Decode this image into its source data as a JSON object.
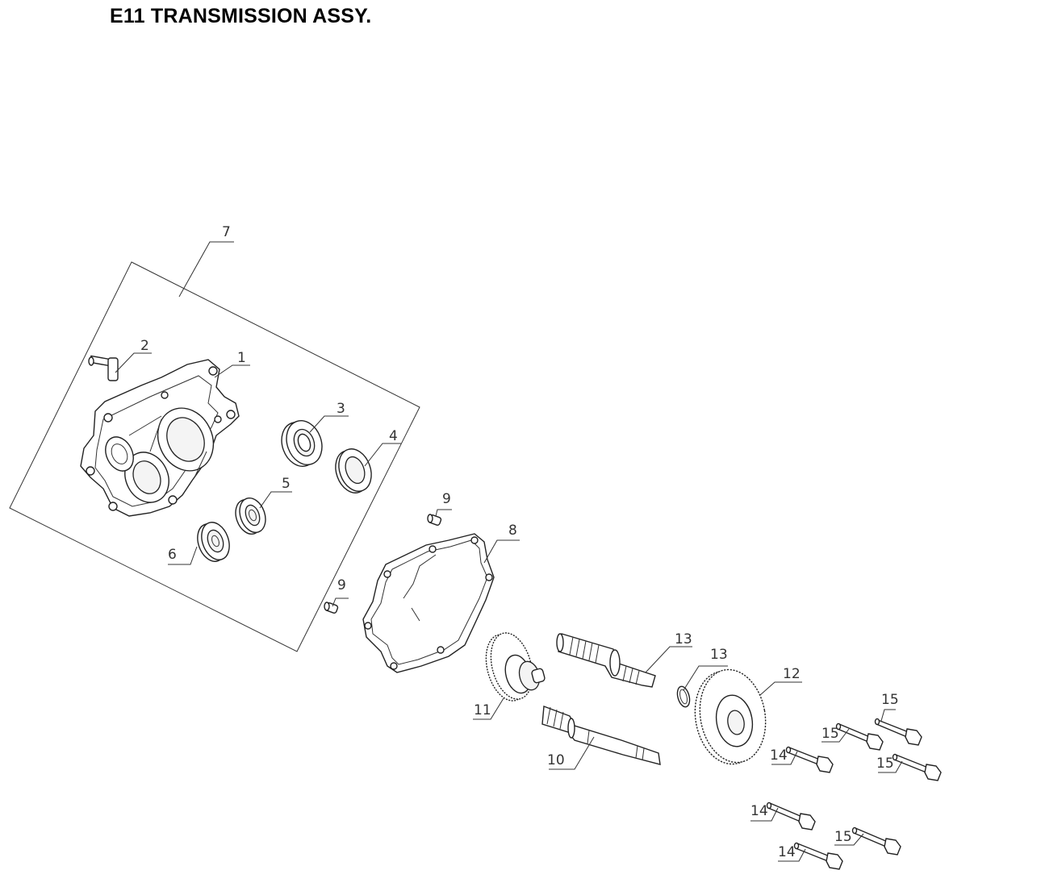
{
  "title": "E11 TRANSMISSION ASSY.",
  "callouts": [
    {
      "id": "c7",
      "label": "7"
    },
    {
      "id": "c2",
      "label": "2"
    },
    {
      "id": "c1",
      "label": "1"
    },
    {
      "id": "c3",
      "label": "3"
    },
    {
      "id": "c4",
      "label": "4"
    },
    {
      "id": "c5",
      "label": "5"
    },
    {
      "id": "c6",
      "label": "6"
    },
    {
      "id": "c9a",
      "label": "9"
    },
    {
      "id": "c9b",
      "label": "9"
    },
    {
      "id": "c8",
      "label": "8"
    },
    {
      "id": "c13a",
      "label": "13"
    },
    {
      "id": "c13b",
      "label": "13"
    },
    {
      "id": "c12",
      "label": "12"
    },
    {
      "id": "c11",
      "label": "11"
    },
    {
      "id": "c10",
      "label": "10"
    },
    {
      "id": "c15a",
      "label": "15"
    },
    {
      "id": "c15b",
      "label": "15"
    },
    {
      "id": "c14a",
      "label": "14"
    },
    {
      "id": "c15c",
      "label": "15"
    },
    {
      "id": "c14b",
      "label": "14"
    },
    {
      "id": "c15d",
      "label": "15"
    },
    {
      "id": "c14c",
      "label": "14"
    }
  ]
}
